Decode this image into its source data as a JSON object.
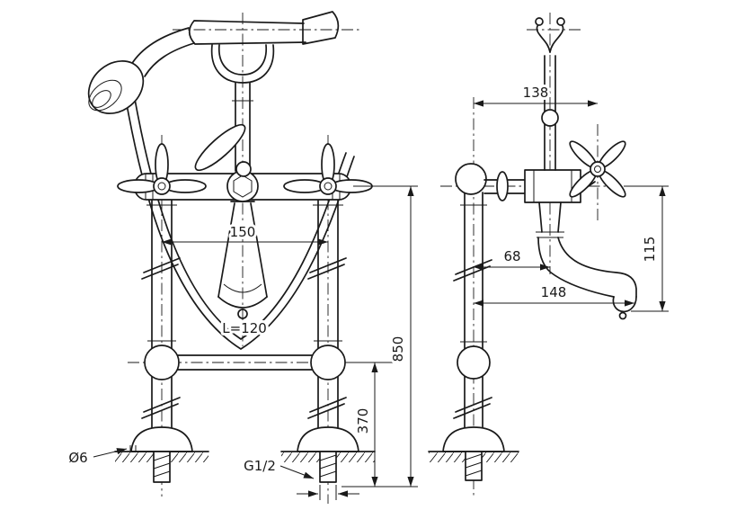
{
  "meta": {
    "background_color": "#ffffff",
    "line_color": "#1a1a1a",
    "drawing_type": "bath-shower-mixer-technical-drawing"
  },
  "front_view": {
    "dimensions": {
      "leg_spacing": "150",
      "spout_length": "L=120",
      "total_height": "850",
      "riser_height": "370",
      "mount_hole_diameter": "Ø6",
      "inlet_thread": "G1/2"
    }
  },
  "side_view": {
    "dimensions": {
      "handle_offset": "138",
      "spout_axis_offset": "68",
      "spout_reach": "148",
      "spout_drop_height": "115"
    }
  }
}
